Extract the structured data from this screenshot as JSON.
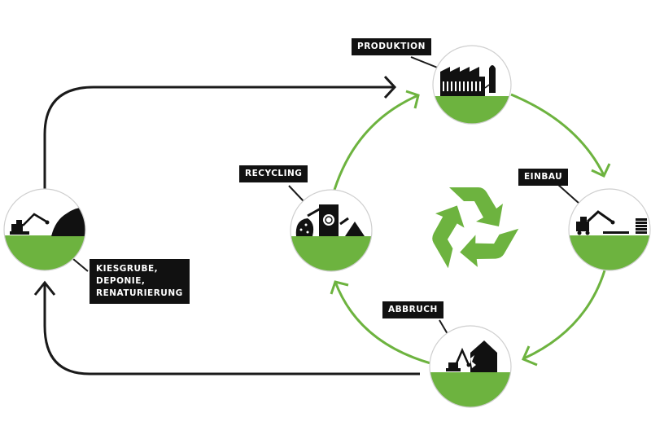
{
  "diagram": {
    "title": "",
    "colors": {
      "green": "#6db33f",
      "black": "#1a1a1a",
      "circle_border": "#cfcfcf",
      "label_bg": "#111111",
      "label_text": "#ffffff"
    },
    "nodes": [
      {
        "id": "produktion",
        "label": "PRODUKTION",
        "icon": "factory-icon"
      },
      {
        "id": "einbau",
        "label": "EINBAU",
        "icon": "excavator-building-icon"
      },
      {
        "id": "abbruch",
        "label": "ABBRUCH",
        "icon": "demolition-icon"
      },
      {
        "id": "recycling",
        "label": "RECYCLING",
        "icon": "recycling-plant-icon"
      },
      {
        "id": "kiesgrube",
        "label": "KIESGRUBE,\nDEPONIE,\nRENATURIERUNG",
        "icon": "gravel-pit-icon"
      }
    ],
    "edges": [
      {
        "from": "produktion",
        "to": "einbau",
        "style": "green"
      },
      {
        "from": "einbau",
        "to": "abbruch",
        "style": "green"
      },
      {
        "from": "abbruch",
        "to": "recycling",
        "style": "green"
      },
      {
        "from": "recycling",
        "to": "produktion",
        "style": "green"
      },
      {
        "from": "abbruch",
        "to": "kiesgrube",
        "style": "black"
      },
      {
        "from": "kiesgrube",
        "to": "produktion",
        "style": "black"
      }
    ],
    "center_icon": "recycle-symbol-icon"
  }
}
